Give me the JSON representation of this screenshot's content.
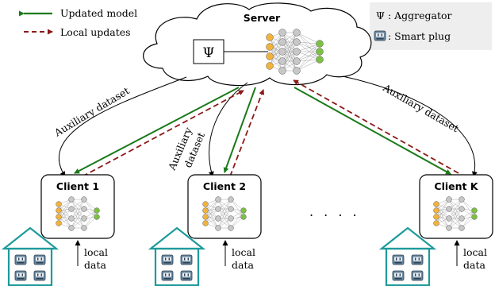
{
  "legend": {
    "updated_model": "Updated model",
    "local_updates": "Local updates",
    "aggregator": "Ψ : Aggregator",
    "smart_plug": ": Smart plug"
  },
  "server": {
    "title": "Server",
    "aggregator_symbol": "Ψ"
  },
  "edge_labels": {
    "aux_left": "Auxiliary dataset",
    "aux_mid_1": "Auxiliary",
    "aux_mid_2": "dataset",
    "aux_right": "Auxiliary dataset"
  },
  "clients": [
    {
      "name": "Client 1",
      "local_1": "local",
      "local_2": "data"
    },
    {
      "name": "Client 2",
      "local_1": "local",
      "local_2": "data"
    },
    {
      "name": "Client K",
      "local_1": "local",
      "local_2": "data"
    }
  ],
  "ellipsis": ". . . .",
  "colors": {
    "updated_model": "#1a7a1a",
    "local_updates": "#8b1a1a",
    "house": "#1e9a9a",
    "node_orange": "#f2b33d",
    "node_gray": "#c8c8c8",
    "node_green": "#7cc142"
  }
}
